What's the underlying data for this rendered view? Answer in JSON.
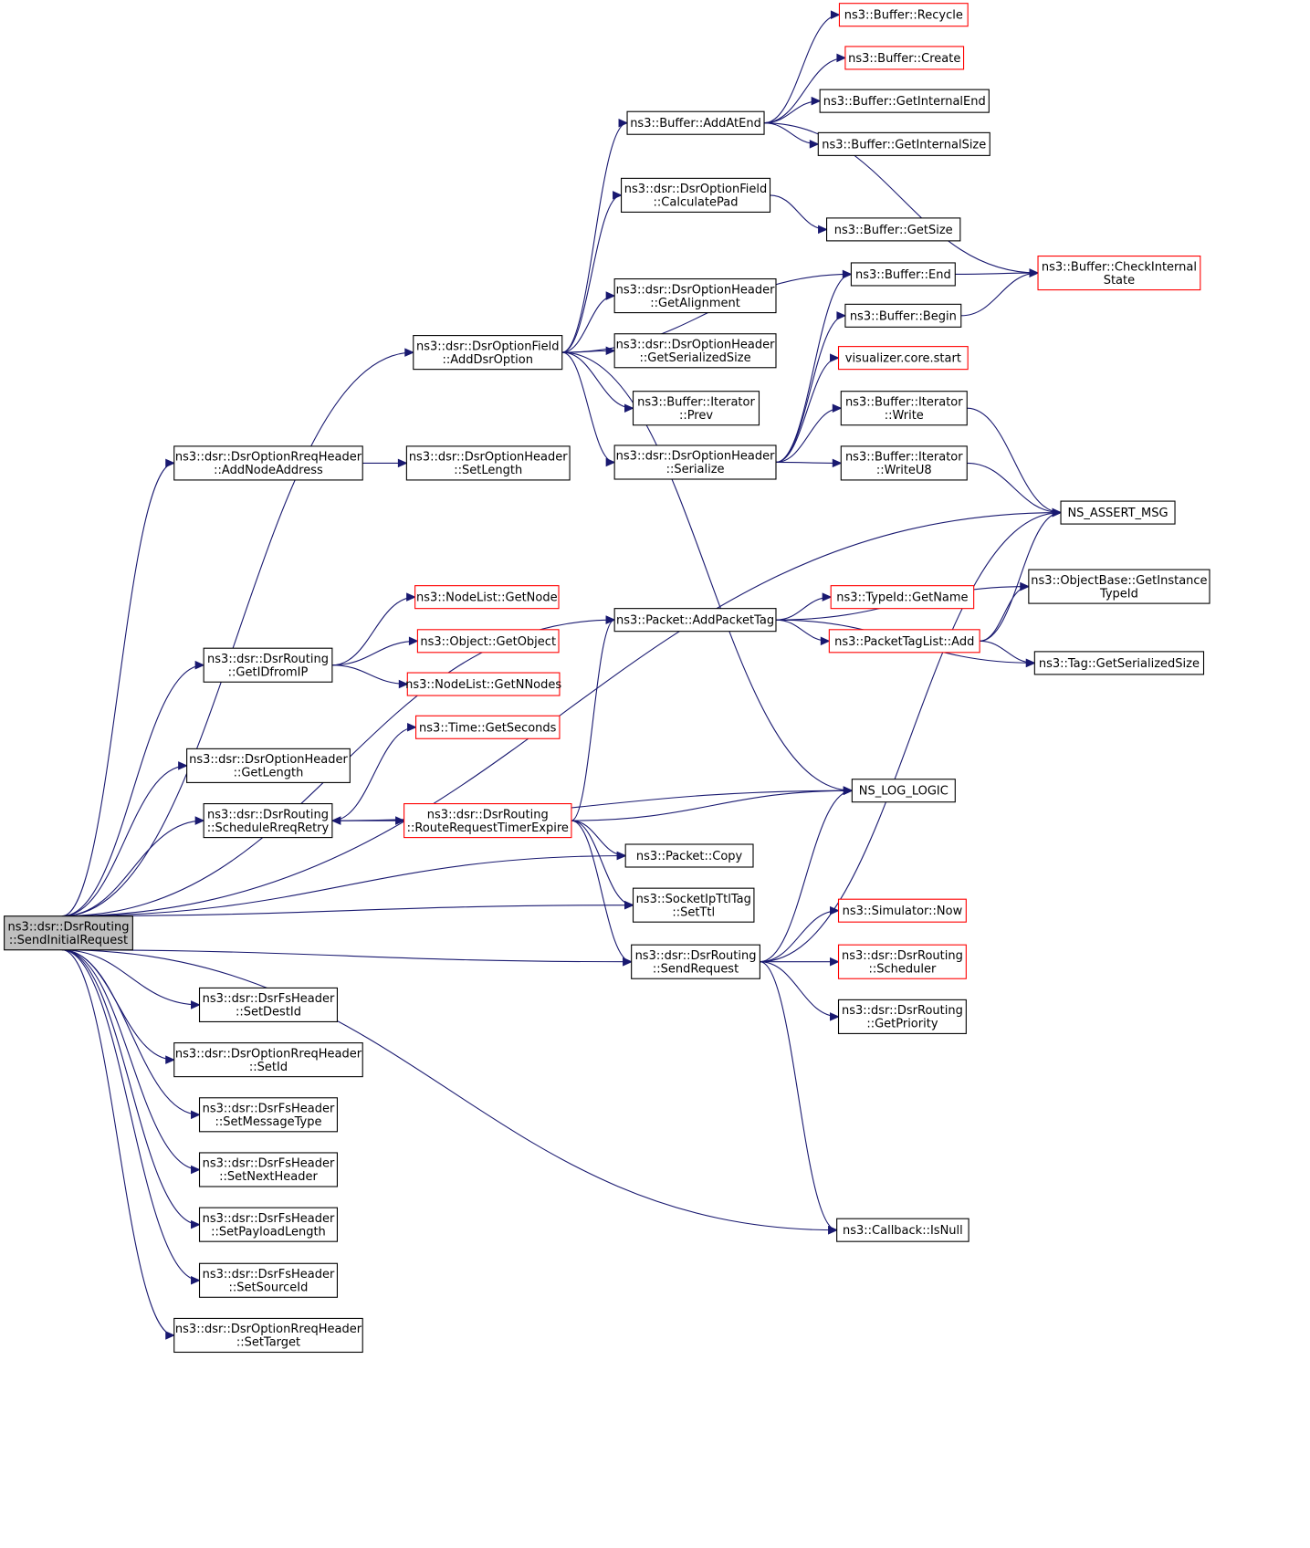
{
  "graph": {
    "title": "",
    "colors": {
      "edge": "#191970",
      "node_border": "#000000",
      "truncated_border": "#ff0000",
      "root_fill": "#bfbfbf"
    },
    "nodes": [
      {
        "id": "root",
        "lines": [
          "ns3::dsr::DsrRouting",
          "::SendInitialRequest"
        ],
        "style": "root"
      },
      {
        "id": "recycle",
        "lines": [
          "ns3::Buffer::Recycle"
        ],
        "style": "red"
      },
      {
        "id": "create",
        "lines": [
          "ns3::Buffer::Create"
        ],
        "style": "red"
      },
      {
        "id": "getinternalend",
        "lines": [
          "ns3::Buffer::GetInternalEnd"
        ],
        "style": "normal"
      },
      {
        "id": "getinternalsize",
        "lines": [
          "ns3::Buffer::GetInternalSize"
        ],
        "style": "normal"
      },
      {
        "id": "addatend",
        "lines": [
          "ns3::Buffer::AddAtEnd"
        ],
        "style": "normal"
      },
      {
        "id": "calculatepad",
        "lines": [
          "ns3::dsr::DsrOptionField",
          "::CalculatePad"
        ],
        "style": "normal"
      },
      {
        "id": "getsize",
        "lines": [
          "ns3::Buffer::GetSize"
        ],
        "style": "normal"
      },
      {
        "id": "checkinternal",
        "lines": [
          "ns3::Buffer::CheckInternal",
          "State"
        ],
        "style": "red"
      },
      {
        "id": "end",
        "lines": [
          "ns3::Buffer::End"
        ],
        "style": "normal"
      },
      {
        "id": "getalignment",
        "lines": [
          "ns3::dsr::DsrOptionHeader",
          "::GetAlignment"
        ],
        "style": "normal"
      },
      {
        "id": "begin",
        "lines": [
          "ns3::Buffer::Begin"
        ],
        "style": "normal"
      },
      {
        "id": "adddsroption",
        "lines": [
          "ns3::dsr::DsrOptionField",
          "::AddDsrOption"
        ],
        "style": "normal"
      },
      {
        "id": "getserializedsize",
        "lines": [
          "ns3::dsr::DsrOptionHeader",
          "::GetSerializedSize"
        ],
        "style": "normal"
      },
      {
        "id": "vizstart",
        "lines": [
          "visualizer.core.start"
        ],
        "style": "red"
      },
      {
        "id": "prev",
        "lines": [
          "ns3::Buffer::Iterator",
          "::Prev"
        ],
        "style": "normal"
      },
      {
        "id": "write",
        "lines": [
          "ns3::Buffer::Iterator",
          "::Write"
        ],
        "style": "normal"
      },
      {
        "id": "serialize",
        "lines": [
          "ns3::dsr::DsrOptionHeader",
          "::Serialize"
        ],
        "style": "normal"
      },
      {
        "id": "writeu8",
        "lines": [
          "ns3::Buffer::Iterator",
          "::WriteU8"
        ],
        "style": "normal"
      },
      {
        "id": "addnodeaddress",
        "lines": [
          "ns3::dsr::DsrOptionRreqHeader",
          "::AddNodeAddress"
        ],
        "style": "normal"
      },
      {
        "id": "setlength",
        "lines": [
          "ns3::dsr::DsrOptionHeader",
          "::SetLength"
        ],
        "style": "normal"
      },
      {
        "id": "nsassert",
        "lines": [
          "NS_ASSERT_MSG"
        ],
        "style": "normal"
      },
      {
        "id": "objgetinstance",
        "lines": [
          "ns3::ObjectBase::GetInstance",
          "TypeId"
        ],
        "style": "normal"
      },
      {
        "id": "getnode",
        "lines": [
          "ns3::NodeList::GetNode"
        ],
        "style": "red"
      },
      {
        "id": "typeidgetname",
        "lines": [
          "ns3::TypeId::GetName"
        ],
        "style": "red"
      },
      {
        "id": "addpackettag",
        "lines": [
          "ns3::Packet::AddPacketTag"
        ],
        "style": "normal"
      },
      {
        "id": "getobject",
        "lines": [
          "ns3::Object::GetObject"
        ],
        "style": "red"
      },
      {
        "id": "packettaglistadd",
        "lines": [
          "ns3::PacketTagList::Add"
        ],
        "style": "red"
      },
      {
        "id": "getidfromip",
        "lines": [
          "ns3::dsr::DsrRouting",
          "::GetIDfromIP"
        ],
        "style": "normal"
      },
      {
        "id": "taggetserialized",
        "lines": [
          "ns3::Tag::GetSerializedSize"
        ],
        "style": "normal"
      },
      {
        "id": "getnnodes",
        "lines": [
          "ns3::NodeList::GetNNodes"
        ],
        "style": "red"
      },
      {
        "id": "getseconds",
        "lines": [
          "ns3::Time::GetSeconds"
        ],
        "style": "red"
      },
      {
        "id": "getlength",
        "lines": [
          "ns3::dsr::DsrOptionHeader",
          "::GetLength"
        ],
        "style": "normal"
      },
      {
        "id": "nslog",
        "lines": [
          "NS_LOG_LOGIC"
        ],
        "style": "normal"
      },
      {
        "id": "schedulereqretry",
        "lines": [
          "ns3::dsr::DsrRouting",
          "::ScheduleRreqRetry"
        ],
        "style": "normal"
      },
      {
        "id": "routerequesttimer",
        "lines": [
          "ns3::dsr::DsrRouting",
          "::RouteRequestTimerExpire"
        ],
        "style": "red"
      },
      {
        "id": "packetcopy",
        "lines": [
          "ns3::Packet::Copy"
        ],
        "style": "normal"
      },
      {
        "id": "setttl",
        "lines": [
          "ns3::SocketIpTtlTag",
          "::SetTtl"
        ],
        "style": "normal"
      },
      {
        "id": "simnow",
        "lines": [
          "ns3::Simulator::Now"
        ],
        "style": "red"
      },
      {
        "id": "sendrequest",
        "lines": [
          "ns3::dsr::DsrRouting",
          "::SendRequest"
        ],
        "style": "normal"
      },
      {
        "id": "scheduler",
        "lines": [
          "ns3::dsr::DsrRouting",
          "::Scheduler"
        ],
        "style": "red"
      },
      {
        "id": "setdestid",
        "lines": [
          "ns3::dsr::DsrFsHeader",
          "::SetDestId"
        ],
        "style": "normal"
      },
      {
        "id": "getpriority",
        "lines": [
          "ns3::dsr::DsrRouting",
          "::GetPriority"
        ],
        "style": "normal"
      },
      {
        "id": "setid",
        "lines": [
          "ns3::dsr::DsrOptionRreqHeader",
          "::SetId"
        ],
        "style": "normal"
      },
      {
        "id": "setmessagetype",
        "lines": [
          "ns3::dsr::DsrFsHeader",
          "::SetMessageType"
        ],
        "style": "normal"
      },
      {
        "id": "setnextheader",
        "lines": [
          "ns3::dsr::DsrFsHeader",
          "::SetNextHeader"
        ],
        "style": "normal"
      },
      {
        "id": "setpayloadlength",
        "lines": [
          "ns3::dsr::DsrFsHeader",
          "::SetPayloadLength"
        ],
        "style": "normal"
      },
      {
        "id": "isnull",
        "lines": [
          "ns3::Callback::IsNull"
        ],
        "style": "normal"
      },
      {
        "id": "setsourceid",
        "lines": [
          "ns3::dsr::DsrFsHeader",
          "::SetSourceId"
        ],
        "style": "normal"
      },
      {
        "id": "settarget",
        "lines": [
          "ns3::dsr::DsrOptionRreqHeader",
          "::SetTarget"
        ],
        "style": "normal"
      }
    ],
    "edges": [
      [
        "root",
        "adddsroption"
      ],
      [
        "root",
        "addnodeaddress"
      ],
      [
        "root",
        "nsassert"
      ],
      [
        "root",
        "addpackettag"
      ],
      [
        "root",
        "getidfromip"
      ],
      [
        "root",
        "getlength"
      ],
      [
        "root",
        "schedulereqretry"
      ],
      [
        "root",
        "packetcopy"
      ],
      [
        "root",
        "setttl"
      ],
      [
        "root",
        "sendrequest"
      ],
      [
        "root",
        "setdestid"
      ],
      [
        "root",
        "setid"
      ],
      [
        "root",
        "setmessagetype"
      ],
      [
        "root",
        "setnextheader"
      ],
      [
        "root",
        "setpayloadlength"
      ],
      [
        "root",
        "setsourceid"
      ],
      [
        "root",
        "settarget"
      ],
      [
        "root",
        "isnull"
      ],
      [
        "adddsroption",
        "addatend"
      ],
      [
        "adddsroption",
        "calculatepad"
      ],
      [
        "adddsroption",
        "end"
      ],
      [
        "adddsroption",
        "getalignment"
      ],
      [
        "adddsroption",
        "getserializedsize"
      ],
      [
        "adddsroption",
        "prev"
      ],
      [
        "adddsroption",
        "serialize"
      ],
      [
        "adddsroption",
        "nslog"
      ],
      [
        "addatend",
        "recycle"
      ],
      [
        "addatend",
        "create"
      ],
      [
        "addatend",
        "getinternalend"
      ],
      [
        "addatend",
        "getinternalsize"
      ],
      [
        "addatend",
        "checkinternal"
      ],
      [
        "calculatepad",
        "getsize"
      ],
      [
        "end",
        "checkinternal"
      ],
      [
        "begin",
        "checkinternal"
      ],
      [
        "serialize",
        "end"
      ],
      [
        "serialize",
        "begin"
      ],
      [
        "serialize",
        "vizstart"
      ],
      [
        "serialize",
        "write"
      ],
      [
        "serialize",
        "writeu8"
      ],
      [
        "write",
        "nsassert"
      ],
      [
        "writeu8",
        "nsassert"
      ],
      [
        "addnodeaddress",
        "setlength"
      ],
      [
        "addpackettag",
        "typeidgetname"
      ],
      [
        "addpackettag",
        "packettaglistadd"
      ],
      [
        "addpackettag",
        "objgetinstance"
      ],
      [
        "addpackettag",
        "taggetserialized"
      ],
      [
        "packettaglistadd",
        "nsassert"
      ],
      [
        "packettaglistadd",
        "objgetinstance"
      ],
      [
        "packettaglistadd",
        "taggetserialized"
      ],
      [
        "getidfromip",
        "getnode"
      ],
      [
        "getidfromip",
        "getobject"
      ],
      [
        "getidfromip",
        "getnnodes"
      ],
      [
        "schedulereqretry",
        "getseconds"
      ],
      [
        "schedulereqretry",
        "nslog"
      ],
      [
        "schedulereqretry",
        "routerequesttimer"
      ],
      [
        "routerequesttimer",
        "schedulereqretry"
      ],
      [
        "routerequesttimer",
        "nslog"
      ],
      [
        "routerequesttimer",
        "addpackettag"
      ],
      [
        "routerequesttimer",
        "packetcopy"
      ],
      [
        "routerequesttimer",
        "setttl"
      ],
      [
        "routerequesttimer",
        "sendrequest"
      ],
      [
        "sendrequest",
        "simnow"
      ],
      [
        "sendrequest",
        "scheduler"
      ],
      [
        "sendrequest",
        "getpriority"
      ],
      [
        "sendrequest",
        "nslog"
      ],
      [
        "sendrequest",
        "nsassert"
      ],
      [
        "sendrequest",
        "isnull"
      ]
    ]
  }
}
